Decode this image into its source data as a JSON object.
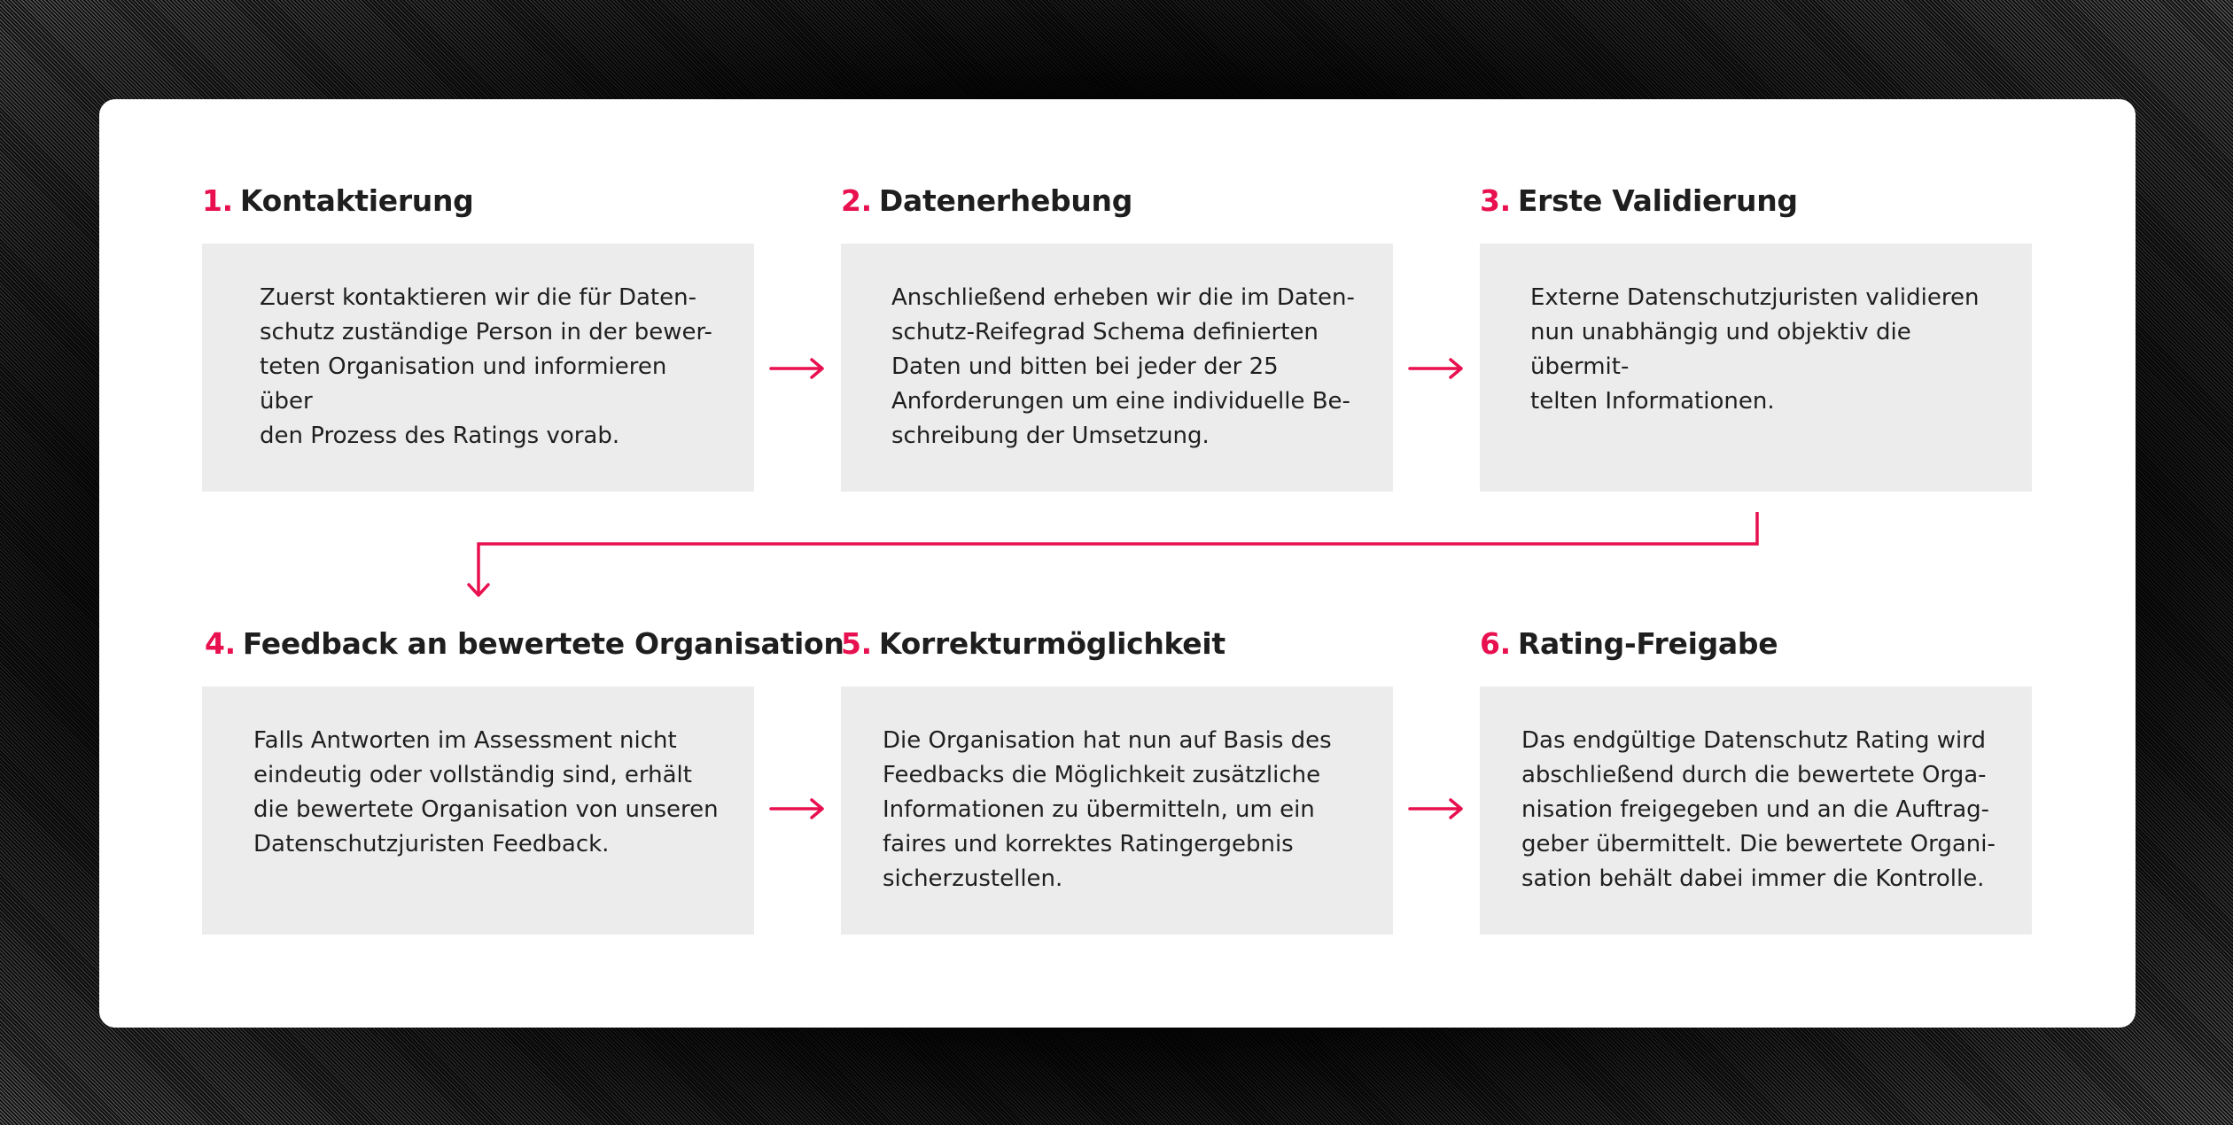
{
  "colors": {
    "accent": "#e8104f",
    "text": "#1e1e1e",
    "box_background": "#ececec",
    "card_background": "#ffffff"
  },
  "steps": [
    {
      "number": "1.",
      "title": "Kontaktierung",
      "text": "Zuerst kontaktieren wir die für Daten-\nschutz zuständige Person in der bewer-\nteten Organisation und informieren über\nden Prozess des Ratings vorab."
    },
    {
      "number": "2.",
      "title": "Datenerhebung",
      "text": "Anschließend erheben wir die im Daten-\nschutz-Reifegrad Schema definierten\nDaten und bitten bei jeder der 25\nAnforderungen um eine individuelle Be-\nschreibung der Umsetzung."
    },
    {
      "number": "3.",
      "title": "Erste Validierung",
      "text": "Externe Datenschutzjuristen validieren\nnun unabhängig und objektiv die übermit-\ntelten Informationen."
    },
    {
      "number": "4.",
      "title": "Feedback an bewertete Organisation",
      "text": "Falls Antworten im Assessment nicht\neindeutig oder vollständig sind, erhält\ndie bewertete Organisation von unseren\nDatenschutzjuristen Feedback."
    },
    {
      "number": "5.",
      "title": "Korrekturmöglichkeit",
      "text": "Die Organisation hat nun auf Basis des\nFeedbacks die Möglichkeit zusätzliche\nInformationen zu übermitteln, um ein\nfaires und korrektes Ratingergebnis\nsicherzustellen."
    },
    {
      "number": "6.",
      "title": "Rating-Freigabe",
      "text": "Das endgültige Datenschutz Rating wird\nabschließend durch die bewertete Orga-\nnisation freigegeben und an die Auftrag-\ngeber übermittelt. Die bewertete Organi-\nsation behält dabei immer die Kontrolle."
    }
  ],
  "connectors": [
    {
      "from": "1",
      "to": "2",
      "icon": "arrow-right-icon"
    },
    {
      "from": "2",
      "to": "3",
      "icon": "arrow-right-icon"
    },
    {
      "from": "3",
      "to": "4",
      "icon": "elbow-arrow-down-icon"
    },
    {
      "from": "4",
      "to": "5",
      "icon": "arrow-right-icon"
    },
    {
      "from": "5",
      "to": "6",
      "icon": "arrow-right-icon"
    }
  ]
}
